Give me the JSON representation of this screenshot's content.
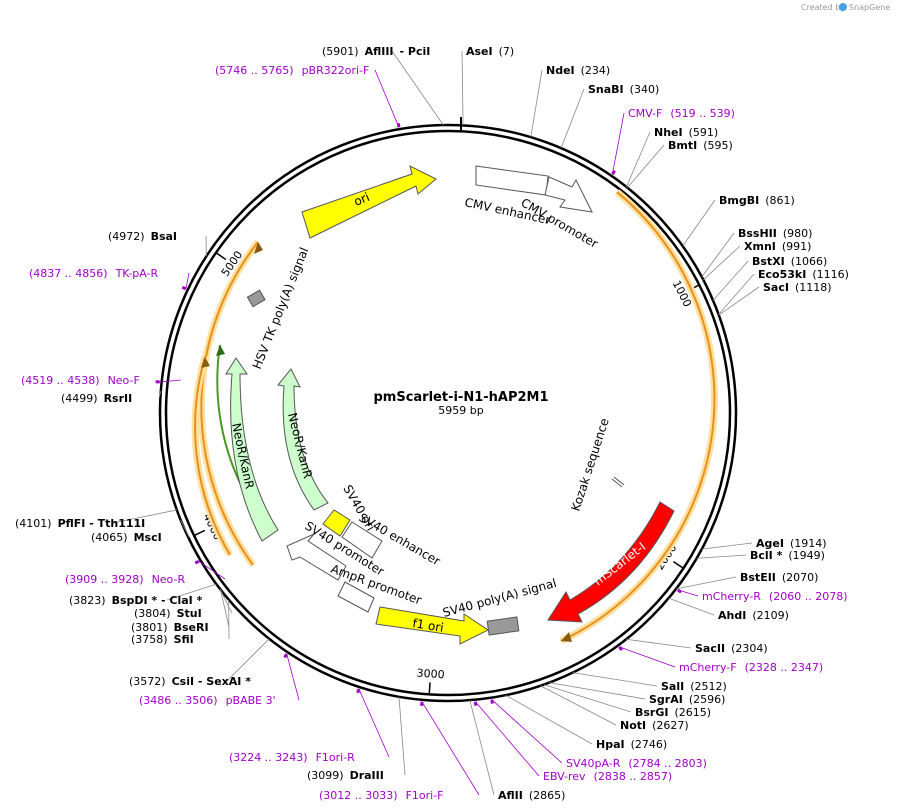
{
  "credit": {
    "prefix": "Created by",
    "brand": "SnapGene"
  },
  "plasmid": {
    "name": "pmScarlet-i-N1-hAP2M1",
    "length_label": "5959 bp",
    "length": 5959
  },
  "ticks": [
    {
      "pos": 1000,
      "label": "1000"
    },
    {
      "pos": 2000,
      "label": "2000"
    },
    {
      "pos": 3000,
      "label": "3000"
    },
    {
      "pos": 4000,
      "label": "4000"
    },
    {
      "pos": 5000,
      "label": "5000"
    }
  ],
  "enzymes": [
    {
      "id": "afliii-pcii",
      "text": "(5901)  AflIII   - PciI",
      "parts": [
        [
          "(5901)",
          "pos"
        ],
        [
          "AflIII",
          "enz"
        ],
        [
          "- PciI",
          "enz"
        ]
      ],
      "pos": 5901
    },
    {
      "id": "asei",
      "name": "AseI",
      "site": "(7)",
      "pos": 7
    },
    {
      "id": "ndei",
      "name": "NdeI",
      "site": "(234)",
      "pos": 234
    },
    {
      "id": "snabi",
      "name": "SnaBI",
      "site": "(340)",
      "pos": 340
    },
    {
      "id": "nhei",
      "name": "NheI",
      "site": "(591)",
      "pos": 591
    },
    {
      "id": "bmti",
      "name": "BmtI",
      "site": "(595)",
      "pos": 595
    },
    {
      "id": "bmgbi",
      "name": "BmgBI",
      "site": "(861)",
      "pos": 861
    },
    {
      "id": "bsshii",
      "name": "BssHII",
      "site": "(980)",
      "pos": 980
    },
    {
      "id": "xmni",
      "name": "XmnI",
      "site": "(991)",
      "pos": 991
    },
    {
      "id": "bstxi",
      "name": "BstXI",
      "site": "(1066)",
      "pos": 1066
    },
    {
      "id": "eco53ki",
      "name": "Eco53kI",
      "site": "(1116)",
      "pos": 1116
    },
    {
      "id": "saci",
      "name": "SacI",
      "site": "(1118)",
      "pos": 1118
    },
    {
      "id": "agei",
      "name": "AgeI",
      "site": "(1914)",
      "pos": 1914
    },
    {
      "id": "bcli",
      "name": "BclI *",
      "site": "(1949)",
      "pos": 1949
    },
    {
      "id": "bsteii",
      "name": "BstEII",
      "site": "(2070)",
      "pos": 2070
    },
    {
      "id": "ahdi",
      "name": "AhdI",
      "site": "(2109)",
      "pos": 2109
    },
    {
      "id": "sacii",
      "name": "SacII",
      "site": "(2304)",
      "pos": 2304
    },
    {
      "id": "sali",
      "name": "SalI",
      "site": "(2512)",
      "pos": 2512
    },
    {
      "id": "sgrai",
      "name": "SgrAI",
      "site": "(2596)",
      "pos": 2596
    },
    {
      "id": "bsrgi",
      "name": "BsrGI",
      "site": "(2615)",
      "pos": 2615
    },
    {
      "id": "noti",
      "name": "NotI",
      "site": "(2627)",
      "pos": 2627
    },
    {
      "id": "hpai",
      "name": "HpaI",
      "site": "(2746)",
      "pos": 2746
    },
    {
      "id": "aflii",
      "name": "AflII",
      "site": "(2865)",
      "pos": 2865
    },
    {
      "id": "draiii",
      "name": "DraIII",
      "site": "(3099)",
      "pos": 3099
    },
    {
      "id": "csii-sexai",
      "name": "CsiI   - SexAI *",
      "site": "(3572)",
      "pos": 3572
    },
    {
      "id": "sfii",
      "name": "SfiI",
      "site": "(3758)",
      "pos": 3758
    },
    {
      "id": "bseri",
      "name": "BseRI",
      "site": "(3801)",
      "pos": 3801
    },
    {
      "id": "stui",
      "name": "StuI",
      "site": "(3804)",
      "pos": 3804
    },
    {
      "id": "bspdi-clai",
      "name": "BspDI *  - ClaI *",
      "site": "(3823)",
      "pos": 3823
    },
    {
      "id": "msci",
      "name": "MscI",
      "site": "(4065)",
      "pos": 4065
    },
    {
      "id": "pflfi-tth111i",
      "name": "PflFI   - Tth111I",
      "site": "(4101)",
      "pos": 4101
    },
    {
      "id": "rsrii",
      "name": "RsrII",
      "site": "(4499)",
      "pos": 4499
    },
    {
      "id": "bsai",
      "name": "BsaI",
      "site": "(4972)",
      "pos": 4972
    }
  ],
  "primers": [
    {
      "id": "pbr322ori-f",
      "name": "pBR322ori-F",
      "range": "(5746 .. 5765)",
      "pos": 5755
    },
    {
      "id": "cmv-f",
      "name": "CMV-F",
      "range": "(519 .. 539)",
      "pos": 529
    },
    {
      "id": "mcherry-r",
      "name": "mCherry-R",
      "range": "(2060 .. 2078)",
      "pos": 2069
    },
    {
      "id": "mcherry-f",
      "name": "mCherry-F",
      "range": "(2328 .. 2347)",
      "pos": 2337
    },
    {
      "id": "sv40pa-r",
      "name": "SV40pA-R",
      "range": "(2784 .. 2803)",
      "pos": 2793
    },
    {
      "id": "ebv-rev",
      "name": "EBV-rev",
      "range": "(2838 .. 2857)",
      "pos": 2847
    },
    {
      "id": "f1ori-f",
      "name": "F1ori-F",
      "range": "(3012 .. 3033)",
      "pos": 3022
    },
    {
      "id": "f1ori-r",
      "name": "F1ori-R",
      "range": "(3224 .. 3243)",
      "pos": 3233
    },
    {
      "id": "pbabe3",
      "name": "pBABE 3'",
      "range": "(3486 .. 3506)",
      "pos": 3496
    },
    {
      "id": "neo-r",
      "name": "Neo-R",
      "range": "(3909 .. 3928)",
      "pos": 3918
    },
    {
      "id": "neo-f",
      "name": "Neo-F",
      "range": "(4519 .. 4538)",
      "pos": 4528
    },
    {
      "id": "tk-pa-r",
      "name": "TK-pA-R",
      "range": "(4837 .. 4856)",
      "pos": 4846
    }
  ],
  "features": [
    {
      "id": "ori",
      "label": "ori"
    },
    {
      "id": "cmv-enhancer",
      "label": "CMV enhancer"
    },
    {
      "id": "cmv-promoter",
      "label": "CMV promoter"
    },
    {
      "id": "hsv-tk",
      "label": "HSV TK poly(A) signal"
    },
    {
      "id": "neor-outer",
      "label": "NeoR/KanR"
    },
    {
      "id": "neor-inner",
      "label": "NeoR/KanR"
    },
    {
      "id": "sv40-ori",
      "label": "SV40 ori"
    },
    {
      "id": "sv40-enhancer",
      "label": "SV40 enhancer"
    },
    {
      "id": "sv40-promoter",
      "label": "SV40 promoter"
    },
    {
      "id": "ampr-promoter",
      "label": "AmpR promoter"
    },
    {
      "id": "f1-ori",
      "label": "f1 ori"
    },
    {
      "id": "sv40-polya",
      "label": "SV40 poly(A) signal"
    },
    {
      "id": "mscarlet",
      "label": "mScarlet-I"
    },
    {
      "id": "kozak",
      "label": "Kozak sequence"
    }
  ],
  "colors": {
    "ori": "#ffff00",
    "neor": "#ccffcc",
    "mscarlet": "#ff0000",
    "orange_track": "#f0a030",
    "primer": "#a000c8",
    "sv40_ori": "#ffff00",
    "sv40_polya": "#999999"
  }
}
